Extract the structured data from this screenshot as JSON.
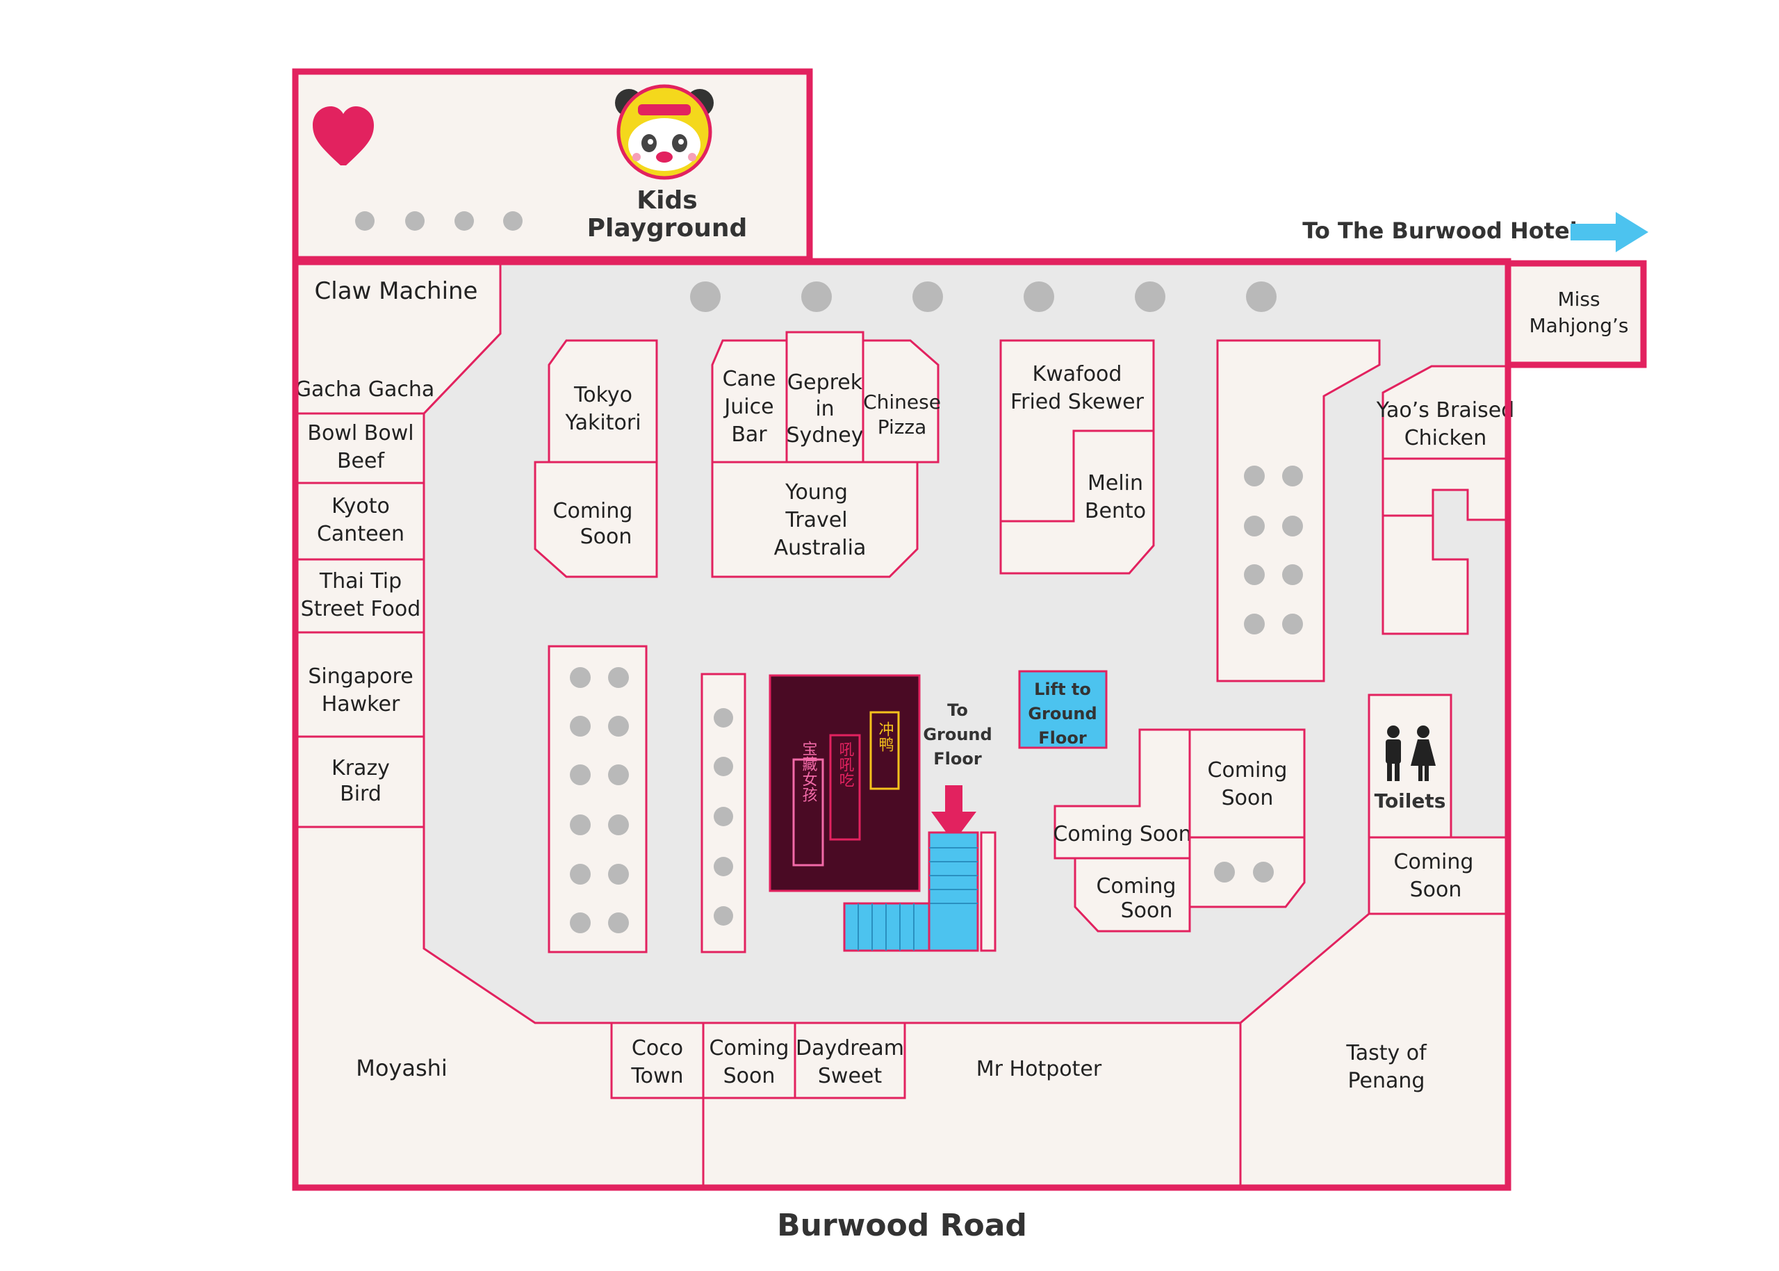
{
  "top_annex": {
    "title_line1": "Kids",
    "title_line2": "Playground"
  },
  "directions": {
    "hotel": "To The Burwood Hotel",
    "road": "Burwood Road",
    "stairs_line1": "To",
    "stairs_line2": "Ground",
    "stairs_line3": "Floor",
    "lift_line1": "Lift to",
    "lift_line2": "Ground",
    "lift_line3": "Floor",
    "toilets": "Toilets"
  },
  "west_shops": {
    "claw": "Claw Machine",
    "gacha": "Gacha Gacha",
    "bowl_1": "Bowl Bowl",
    "bowl_2": "Beef",
    "kyoto_1": "Kyoto",
    "kyoto_2": "Canteen",
    "thai_1": "Thai Tip",
    "thai_2": "Street Food",
    "sing_1": "Singapore",
    "sing_2": "Hawker",
    "krazy_1": "Krazy",
    "krazy_2": "Bird",
    "moyashi": "Moyashi"
  },
  "center_shops": {
    "tokyo_1": "Tokyo",
    "tokyo_2": "Yakitori",
    "soon_a_1": "Coming",
    "soon_a_2": "Soon",
    "cane_1": "Cane",
    "cane_2": "Juice",
    "cane_3": "Bar",
    "geprek_1": "Geprek",
    "geprek_2": "in",
    "geprek_3": "Sydney",
    "pizza_1": "Chinese",
    "pizza_2": "Pizza",
    "young_1": "Young",
    "young_2": "Travel",
    "young_3": "Australia",
    "kwa_1": "Kwafood",
    "kwa_2": "Fried Skewer",
    "melin_1": "Melin",
    "melin_2": "Bento",
    "soon_b": "Coming Soon",
    "soon_c_1": "Coming",
    "soon_c_2": "Soon",
    "soon_d_1": "Coming",
    "soon_d_2": "Soon",
    "neon_1": "冲鸭",
    "neon_2": "吼吼吃",
    "neon_3": "宝藏女孩"
  },
  "east_shops": {
    "miss_1": "Miss",
    "miss_2": "Mahjong’s",
    "yao_1": "Yao’s Braised",
    "yao_2": "Chicken",
    "soon_e_1": "Coming",
    "soon_e_2": "Soon",
    "tasty_1": "Tasty of",
    "tasty_2": "Penang"
  },
  "south_shops": {
    "coco_1": "Coco",
    "coco_2": "Town",
    "soon_f_1": "Coming",
    "soon_f_2": "Soon",
    "day_1": "Daydream",
    "day_2": "Sweet",
    "hotpot": "Mr Hotpoter"
  },
  "colors": {
    "border": "#e2225f",
    "floor": "#e9e9e9",
    "shop": "#f8f3ef",
    "seat": "#b9b9b9",
    "stairs": "#4cc3ef",
    "lift": "#4cc3ef",
    "neon_panel": "#4a0a24",
    "heart": "#e2225f"
  },
  "icons": [
    "heart-icon",
    "panda-mascot-icon",
    "arrow-right-icon",
    "arrow-down-icon",
    "toilets-icon",
    "seating-icon"
  ]
}
